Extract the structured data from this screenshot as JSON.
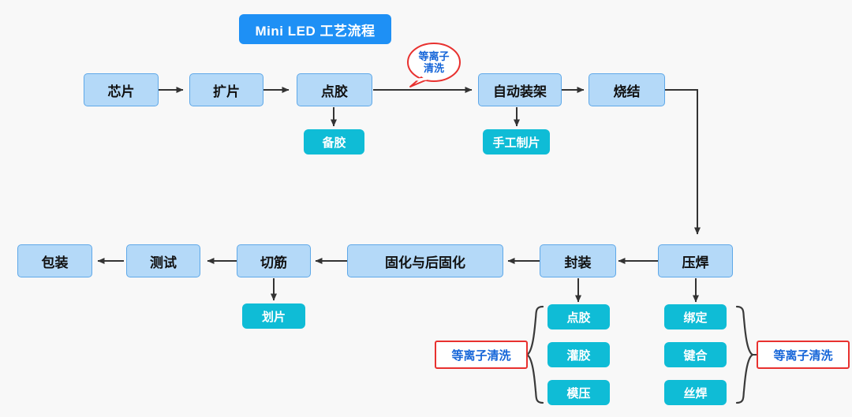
{
  "diagram": {
    "title": "Mini LED 工艺流程",
    "background_color": "#f8f8f8",
    "colors": {
      "title_banner": "#1e90f5",
      "process_fill": "#b4d9f8",
      "process_border": "#5fa8e8",
      "sub_step_fill": "#0fbcd6",
      "note_border": "#e8312f",
      "note_text": "#1565d8",
      "connector": "#333333"
    },
    "row1": {
      "steps": [
        {
          "label": "芯片"
        },
        {
          "label": "扩片"
        },
        {
          "label": "点胶"
        },
        {
          "label": "自动装架"
        },
        {
          "label": "烧结"
        }
      ],
      "sub_steps": [
        {
          "label": "备胶",
          "parent": "点胶"
        },
        {
          "label": "手工制片",
          "parent": "自动装架"
        }
      ],
      "callout": {
        "line1": "等离子",
        "line2": "清洗"
      }
    },
    "row2": {
      "steps": [
        {
          "label": "包装"
        },
        {
          "label": "测试"
        },
        {
          "label": "切筋"
        },
        {
          "label": "固化与后固化"
        },
        {
          "label": "封装"
        },
        {
          "label": "压焊"
        }
      ],
      "sub_steps": [
        {
          "label": "划片",
          "parent": "切筋"
        }
      ]
    },
    "groups": [
      {
        "name": "packaging-group",
        "parent": "封装",
        "note": "等离子清洗",
        "note_side": "left",
        "items": [
          {
            "label": "点胶"
          },
          {
            "label": "灌胶"
          },
          {
            "label": "模压"
          }
        ]
      },
      {
        "name": "bonding-group",
        "parent": "压焊",
        "note": "等离子清洗",
        "note_side": "right",
        "items": [
          {
            "label": "绑定"
          },
          {
            "label": "键合"
          },
          {
            "label": "丝焊"
          }
        ]
      }
    ]
  }
}
